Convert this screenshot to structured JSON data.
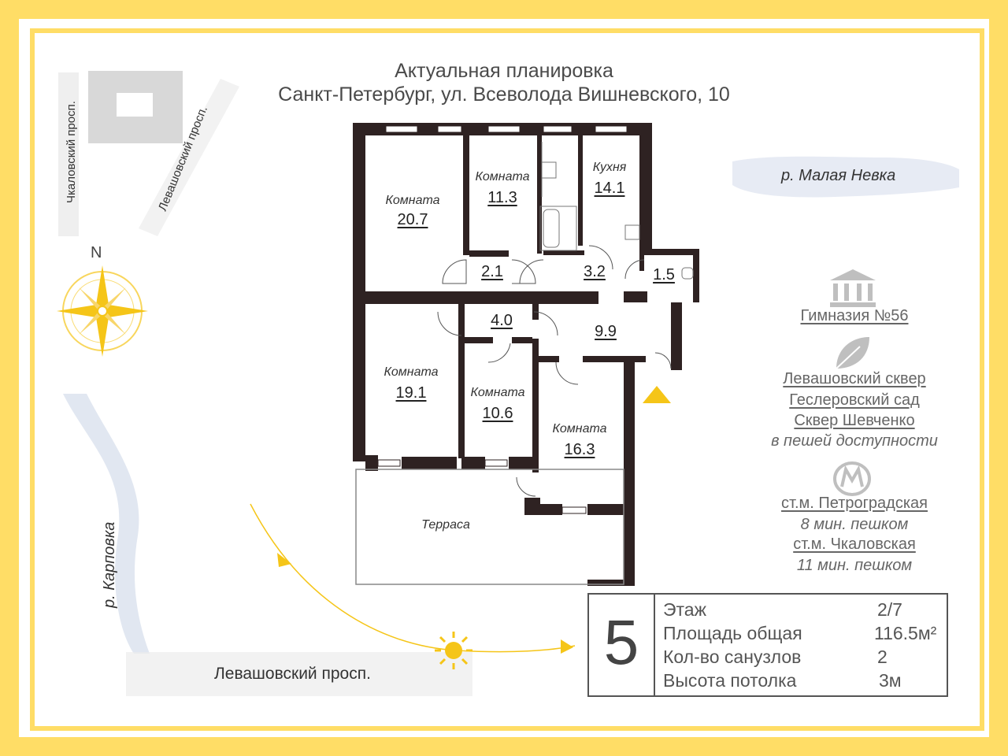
{
  "title": {
    "line1": "Актуальная планировка",
    "line2": "Санкт-Петербург, ул. Всеволода Вишневского, 10"
  },
  "map": {
    "compass_label": "N",
    "streets": {
      "chkalovsky": "Чкаловский просп.",
      "levashovsky_diag": "Левашовский просп.",
      "levashovsky_bottom": "Левашовский просп."
    },
    "rivers": {
      "malaya_nevka": "р. Малая Невка",
      "karpovka": "р. Карповка"
    }
  },
  "rooms": [
    {
      "label": "Комната",
      "area": "20.7"
    },
    {
      "label": "Комната",
      "area": "11.3"
    },
    {
      "label": "Кухня",
      "area": "14.1"
    },
    {
      "label": "",
      "area": "2.1"
    },
    {
      "label": "",
      "area": "3.2"
    },
    {
      "label": "",
      "area": "1.5"
    },
    {
      "label": "",
      "area": "4.0"
    },
    {
      "label": "",
      "area": "9.9"
    },
    {
      "label": "Комната",
      "area": "19.1"
    },
    {
      "label": "Комната",
      "area": "10.6"
    },
    {
      "label": "Комната",
      "area": "16.3"
    },
    {
      "label": "Терраса",
      "area": ""
    }
  ],
  "infrastructure": {
    "school": "Гимназия №56",
    "parks": [
      "Левашовский сквер",
      "Геслеровский сад",
      "Сквер Шевченко"
    ],
    "parks_note": "в пешей доступности",
    "metro": [
      {
        "station": "ст.м. Петроградская",
        "time": "8 мин. пешком"
      },
      {
        "station": "ст.м. Чкаловская",
        "time": "11 мин. пешком"
      }
    ]
  },
  "specs": {
    "number": "5",
    "rows": [
      {
        "label": "Этаж",
        "value": "2/7"
      },
      {
        "label": "Площадь общая",
        "value": "116.5м²"
      },
      {
        "label": "Кол-во санузлов",
        "value": "2"
      },
      {
        "label": "Высота потолка",
        "value": "3м"
      }
    ]
  },
  "colors": {
    "frame": "#FFDD66",
    "wall": "#2e2222",
    "accent": "#F5C518",
    "river": "#C9D3E6"
  }
}
